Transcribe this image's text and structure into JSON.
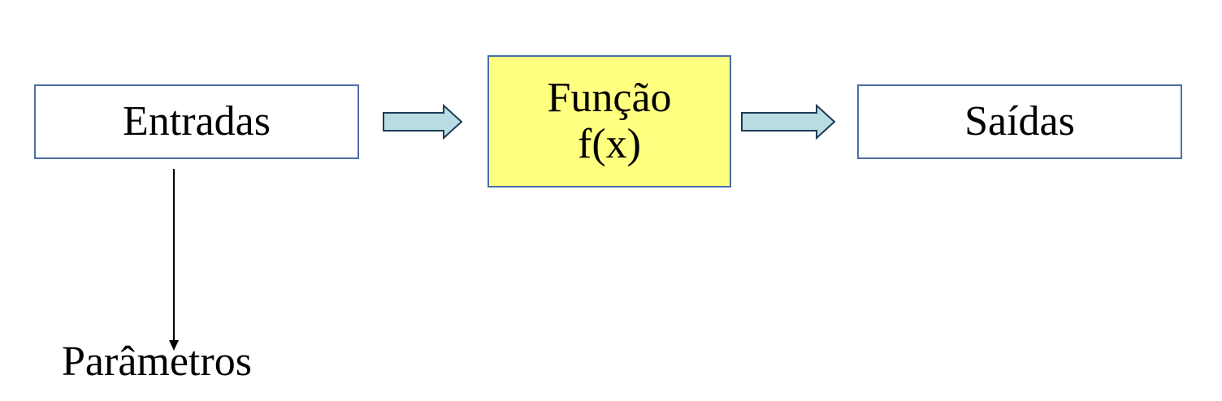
{
  "diagram": {
    "nodes": {
      "entradas": {
        "label": "Entradas"
      },
      "funcao": {
        "label_line1": "Função",
        "label_line2": "f(x)"
      },
      "saidas": {
        "label": "Saídas"
      }
    },
    "edges": [
      {
        "from": "entradas",
        "to": "funcao",
        "style": "block-arrow"
      },
      {
        "from": "funcao",
        "to": "saidas",
        "style": "block-arrow"
      },
      {
        "from": "entradas",
        "to": "parametros",
        "style": "line-arrow"
      }
    ],
    "parametros": {
      "label": "Parâmetros"
    }
  },
  "colors": {
    "box_border": "#4a6fa5",
    "function_fill": "#ffff80",
    "block_arrow_fill": "#b7dde2",
    "block_arrow_stroke": "#1f3b57",
    "line": "#000000"
  }
}
